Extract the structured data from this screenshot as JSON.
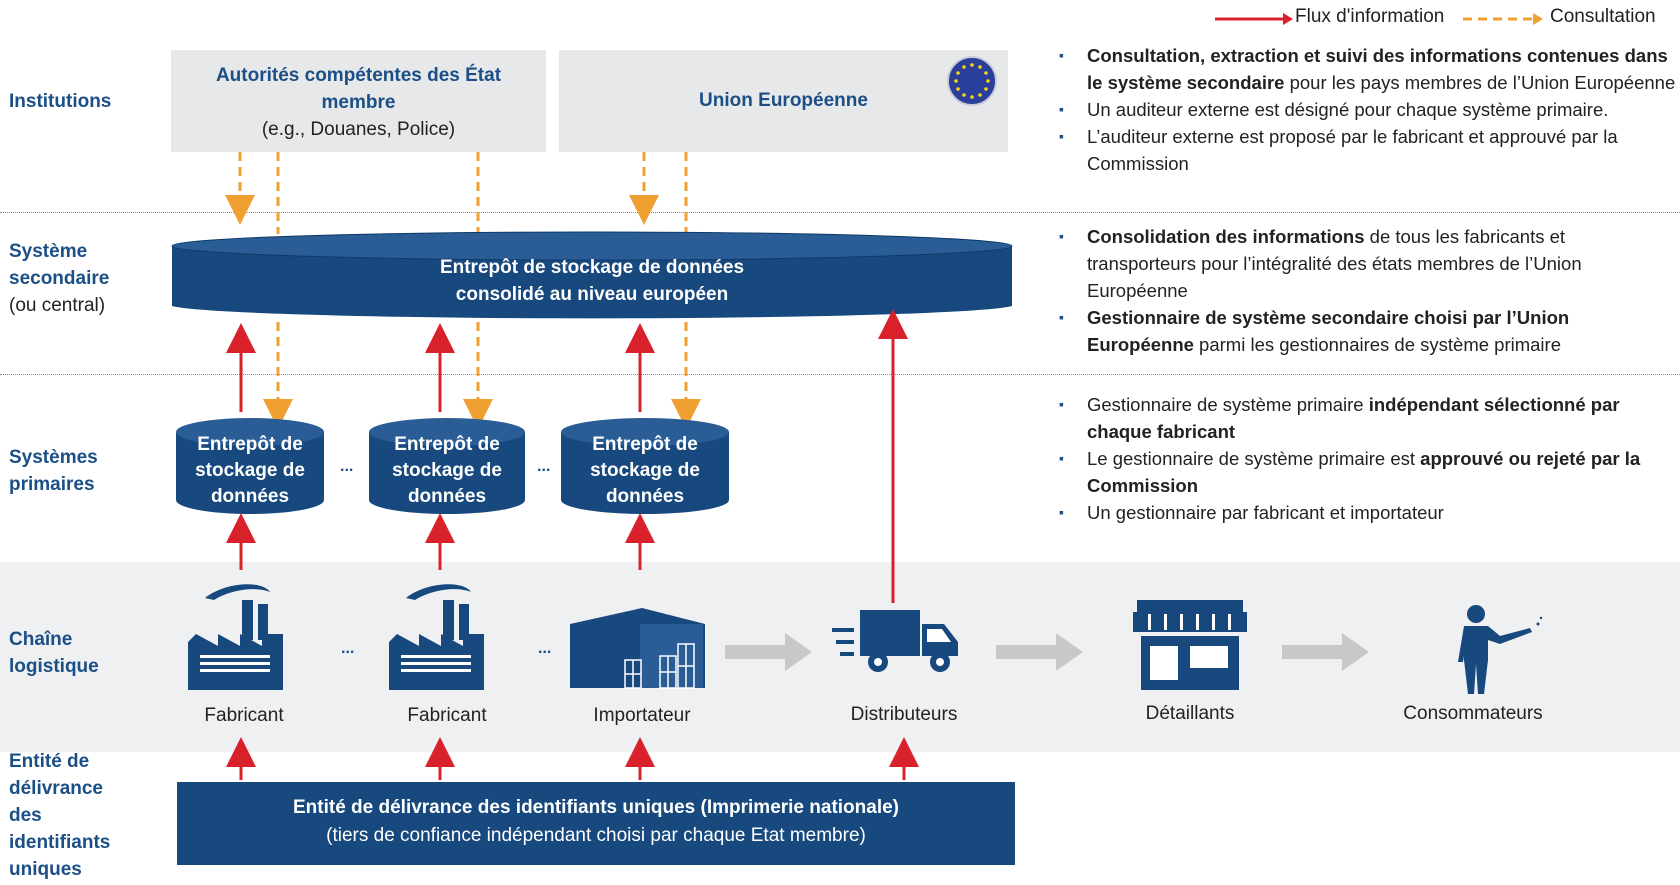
{
  "legend": {
    "info_flow": "Flux d'information",
    "consultation": "Consultation"
  },
  "rows": {
    "institutions": "Institutions",
    "secondary_line1": "Système",
    "secondary_line2": "secondaire",
    "secondary_line3": "(ou central)",
    "primary_line1": "Systèmes",
    "primary_line2": "primaires",
    "chain_line1": "Chaîne",
    "chain_line2": "logistique",
    "entity_lines": [
      "Entité de",
      "délivrance",
      "des",
      "identifiants",
      "uniques"
    ]
  },
  "institutions": {
    "authorities_line1": "Autorités compétentes des État",
    "authorities_line2": "membre",
    "authorities_sub": "(e.g., Douanes, Police)",
    "eu": "Union Européenne"
  },
  "secondary": {
    "line1": "Entrepôt de stockage de données",
    "line2": "consolidé au niveau européen"
  },
  "primary": {
    "line1": "Entrepôt de",
    "line2": "stockage de",
    "line3": "données",
    "ellipsis": "..."
  },
  "chain": {
    "manufacturer": "Fabricant",
    "importer": "Importateur",
    "distributors": "Distributeurs",
    "retailers": "Détaillants",
    "consumers": "Consommateurs",
    "ellipsis": "..."
  },
  "id_entity": {
    "title": "Entité de délivrance des identifiants uniques (Imprimerie nationale)",
    "subtitle": "(tiers de confiance indépendant choisi par chaque Etat membre)"
  },
  "notes": {
    "institutions": [
      [
        {
          "b": "Consultation, extraction et suivi des informations contenues dans le système secondaire"
        },
        {
          "t": " pour les pays membres de l’Union Européenne"
        }
      ],
      [
        {
          "t": "Un auditeur externe est désigné pour chaque système primaire."
        }
      ],
      [
        {
          "t": "L’auditeur externe est proposé par le fabricant et approuvé par la Commission"
        }
      ]
    ],
    "secondary": [
      [
        {
          "b": "Consolidation des informations"
        },
        {
          "t": " de tous les fabricants et transporteurs pour l’intégralité des états membres de l’Union Européenne"
        }
      ],
      [
        {
          "b": "Gestionnaire de système secondaire choisi par l’Union Européenne"
        },
        {
          "t": " parmi les gestionnaires de système primaire"
        }
      ]
    ],
    "primary": [
      [
        {
          "t": "Gestionnaire de système primaire "
        },
        {
          "b": "indépendant sélectionné par chaque fabricant"
        }
      ],
      [
        {
          "t": "Le gestionnaire de système primaire est "
        },
        {
          "b": "approuvé ou rejeté par la Commission"
        }
      ],
      [
        {
          "t": "Un gestionnaire par fabricant et importateur"
        }
      ]
    ]
  },
  "colors": {
    "navy": "#17487e",
    "red": "#d9212c",
    "orange": "#f0a030",
    "grey_arrow": "#c8c8c8",
    "label_blue": "#1b4f86"
  }
}
